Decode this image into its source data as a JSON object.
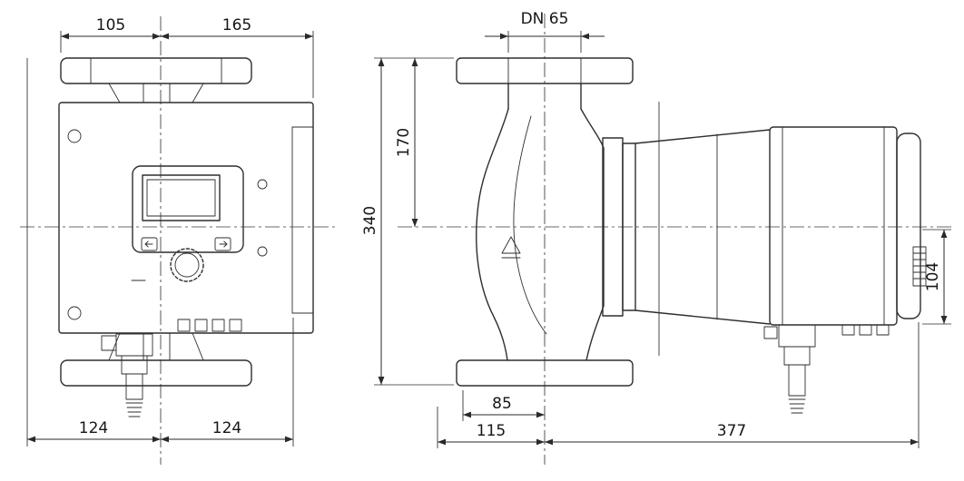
{
  "drawing": {
    "line_color": "#2e2e2e",
    "background": "#ffffff"
  },
  "front_view": {
    "dim_top_left": "105",
    "dim_top_right": "165",
    "dim_bottom_left": "124",
    "dim_bottom_right": "124"
  },
  "side_view": {
    "dim_nominal_diameter": "DN 65",
    "dim_flange_to_axis": "170",
    "dim_total_height": "340",
    "dim_connector_height": "104",
    "dim_axis_to_flange_edge": "85",
    "dim_bottom_left": "115",
    "dim_bottom_right": "377"
  },
  "icons": {
    "flow_direction": "flow-arrow-icon",
    "left_button": "back-arrow-icon",
    "right_button": "forward-arrow-icon",
    "knob": "rotary-knob"
  }
}
